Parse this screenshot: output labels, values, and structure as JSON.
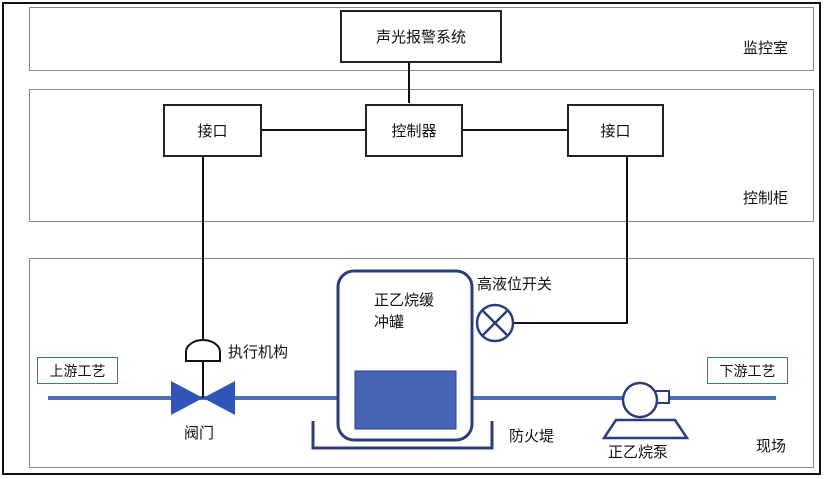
{
  "zones": {
    "monitor_room": "监控室",
    "control_cabinet": "控制柜",
    "field": "现场"
  },
  "boxes": {
    "alarm_system": "声光报警系统",
    "controller": "控制器",
    "interface_left": "接口",
    "interface_right": "接口"
  },
  "process": {
    "upstream": "上游工艺",
    "downstream": "下游工艺",
    "actuator": "执行机构",
    "valve": "阀门",
    "tank_line1": "正乙烷缓",
    "tank_line2": "冲罐",
    "high_level_switch": "高液位开关",
    "firewall": "防火堤",
    "pump": "正乙烷泵"
  },
  "colors": {
    "pipe": "#4a6fb5",
    "tank_outline": "#2c3e78",
    "liquid": "#4564b6",
    "tag_border": "#2e8b57",
    "line": "#111111"
  }
}
